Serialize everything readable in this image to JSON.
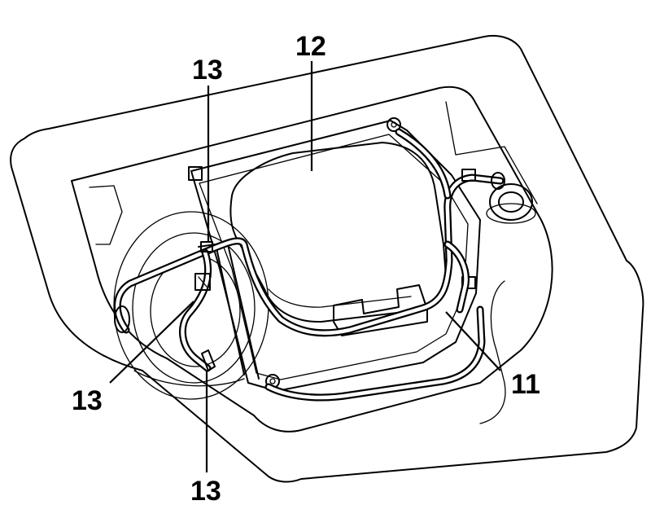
{
  "callouts": {
    "hose": "11",
    "canister": "12",
    "clamp_top": "13",
    "clamp_left": "13",
    "clamp_bottom": "13"
  }
}
